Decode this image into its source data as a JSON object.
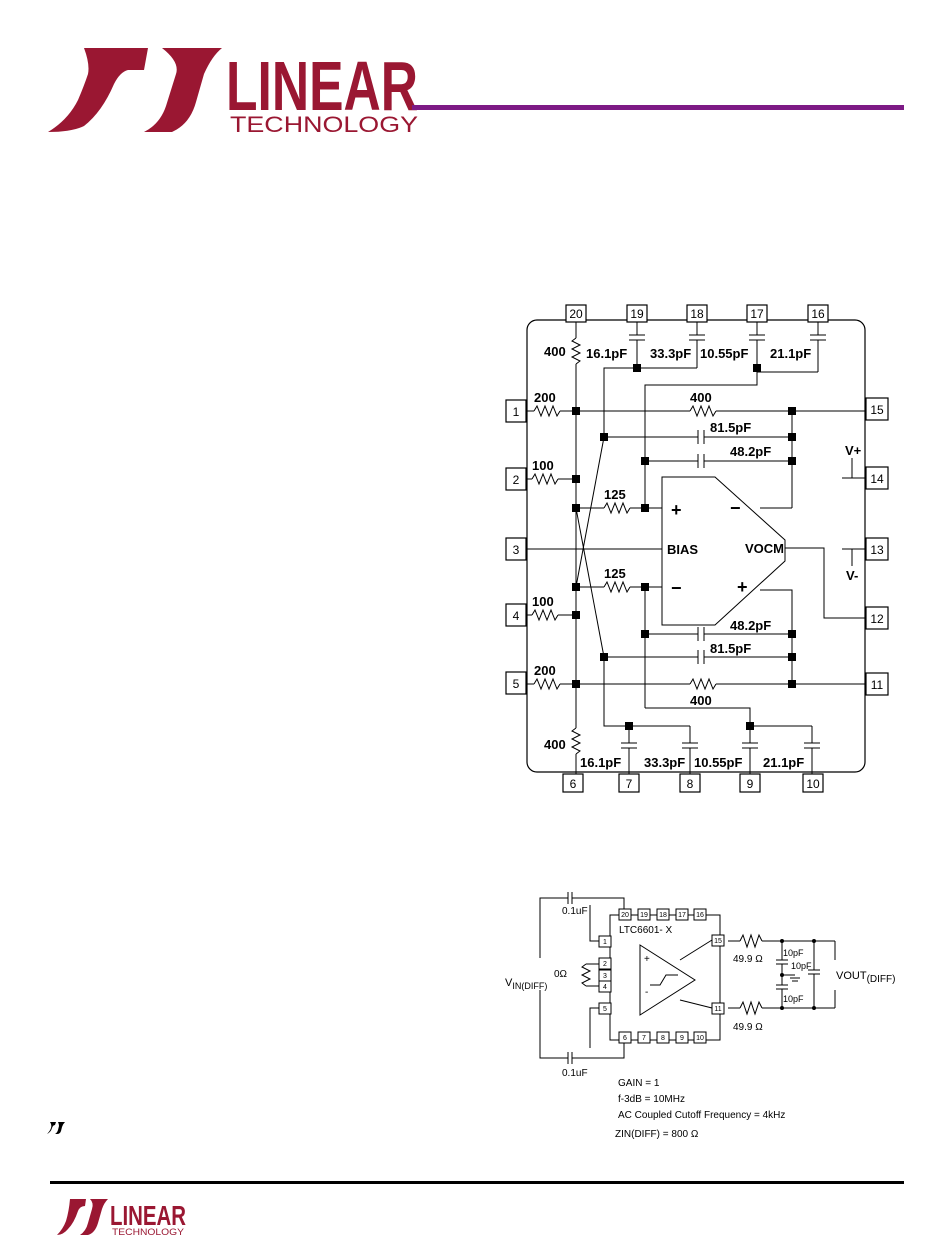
{
  "header": {
    "logo_word1": "LINEAR",
    "logo_word2": "TECHNOLOGY",
    "brand_color": "#9a1732",
    "rule_color": "#7d1a85"
  },
  "schematic": {
    "top_pins": [
      "20",
      "19",
      "18",
      "17",
      "16"
    ],
    "bottom_pins": [
      "6",
      "7",
      "8",
      "9",
      "10"
    ],
    "left_pins": [
      "1",
      "2",
      "3",
      "4",
      "5"
    ],
    "right_pins": [
      "15",
      "14",
      "13",
      "12",
      "11"
    ],
    "top_caps": [
      "16.1pF",
      "33.3pF",
      "10.55pF",
      "21.1pF"
    ],
    "bottom_caps": [
      "16.1pF",
      "33.3pF",
      "10.55pF",
      "21.1pF"
    ],
    "r_top_400": "400",
    "r_bottom_400": "400",
    "r_200_top": "200",
    "r_100_top": "100",
    "r_100_bottom": "100",
    "r_200_bottom": "200",
    "r_125_top": "125",
    "r_125_bottom": "125",
    "r_fb_top": "400",
    "r_fb_bottom": "400",
    "c_81_top": "81.5pF",
    "c_48_top": "48.2pF",
    "c_48_bottom": "48.2pF",
    "c_81_bottom": "81.5pF",
    "amp_plus_top": "+",
    "amp_minus_top": "−",
    "amp_minus_bottom": "−",
    "amp_plus_bottom": "+",
    "bias_label": "BIAS",
    "vocm_label": "VOCM",
    "vplus_label": "V+",
    "vminus_label": "V-"
  },
  "app_circuit": {
    "c_in_top": "0.1uF",
    "c_in_bottom": "0.1uF",
    "part_label": "LTC6601- X",
    "top_pins": [
      "20",
      "19",
      "18",
      "17",
      "16"
    ],
    "bottom_pins": [
      "6",
      "7",
      "8",
      "9",
      "10"
    ],
    "left_pins": [
      "1",
      "2",
      "3",
      "4",
      "5"
    ],
    "right_top_pin": "15",
    "right_bottom_pin": "11",
    "r_zero": "0Ω",
    "vin_label": "V",
    "vin_sub": "IN(DIFF)",
    "r_out_top": "49.9 Ω",
    "r_out_bottom": "49.9 Ω",
    "c_10pf_top": "10pF",
    "c_10pf_mid": "10pF",
    "c_10pf_bottom": "10pF",
    "vout_label": "VOUT",
    "vout_sub": "(DIFF)",
    "amp_plus": "+",
    "amp_minus": "-",
    "notes": [
      "GAIN = 1",
      "f-3dB = 10MHz",
      "AC Coupled Cutoff Frequency = 4kHz",
      "ZIN(DIFF) = 800 Ω"
    ]
  }
}
